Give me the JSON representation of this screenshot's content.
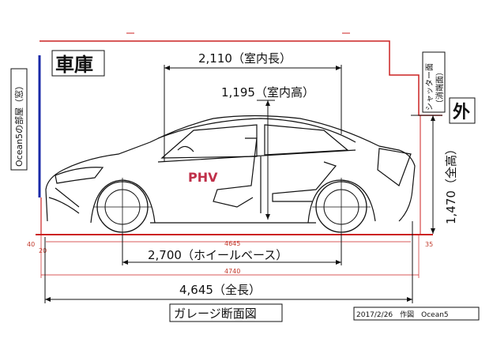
{
  "labels": {
    "garage": "車庫",
    "outside": "外",
    "shutter": "シャッター面",
    "shutter_sub": "（消端面）",
    "room": "Ocean5の部屋（窓）",
    "interior_length": "2,110（室内長）",
    "interior_height": "1,195（室内高）",
    "total_height": "1,470（全高）",
    "wheelbase": "2,700（ホイールベース）",
    "total_length": "4,645（全長）",
    "caption": "ガレージ断面図",
    "credit": "2017/2/26　作図　Ocean5",
    "car_badge": "PHV",
    "dim_40": "40",
    "dim_20": "20",
    "dim_4645": "4645",
    "dim_4740": "4740",
    "dim_35": "35"
  },
  "colors": {
    "garage_outline": "#cc2222",
    "window_blue": "#1a2aa8",
    "ink": "#111111",
    "badge": "#c0304a"
  }
}
